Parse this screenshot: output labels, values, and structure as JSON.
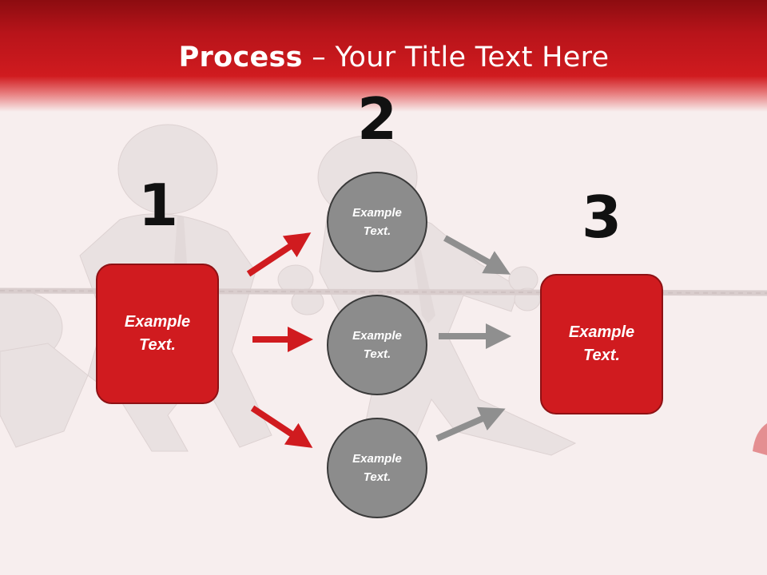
{
  "title": {
    "bold": "Process",
    "rest": " – Your Title Text Here"
  },
  "steps": {
    "one": "1",
    "two": "2",
    "three": "3"
  },
  "left_box": {
    "text": "Example\nText."
  },
  "right_box": {
    "text": "Example\nText."
  },
  "circles": [
    {
      "text": "Example\nText."
    },
    {
      "text": "Example\nText."
    },
    {
      "text": "Example\nText."
    }
  ],
  "colors": {
    "accent_red": "#d01b1f",
    "circle_gray": "#8c8c8c",
    "arrow_gray": "#8f8f8f"
  }
}
